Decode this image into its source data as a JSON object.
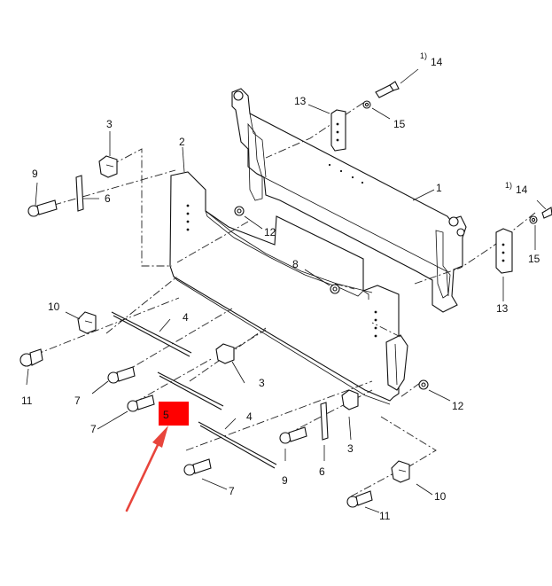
{
  "diagram": {
    "labels": {
      "p1": "1",
      "p2": "2",
      "p3a": "3",
      "p3b": "3",
      "p3c": "3",
      "p4a": "4",
      "p4b": "4",
      "p5": "5",
      "p6a": "6",
      "p6b": "6",
      "p7a": "7",
      "p7b": "7",
      "p7c": "7",
      "p8": "8",
      "p9a": "9",
      "p9b": "9",
      "p10a": "10",
      "p10b": "10",
      "p11a": "11",
      "p11b": "11",
      "p12a": "12",
      "p12b": "12",
      "p13a": "13",
      "p13b": "13",
      "p14a": "14",
      "p14b": "14",
      "p15a": "15",
      "p15b": "15"
    },
    "footnote_mark": "1)",
    "highlight_color": "#ff0000",
    "arrow_color": "#e8453c"
  }
}
